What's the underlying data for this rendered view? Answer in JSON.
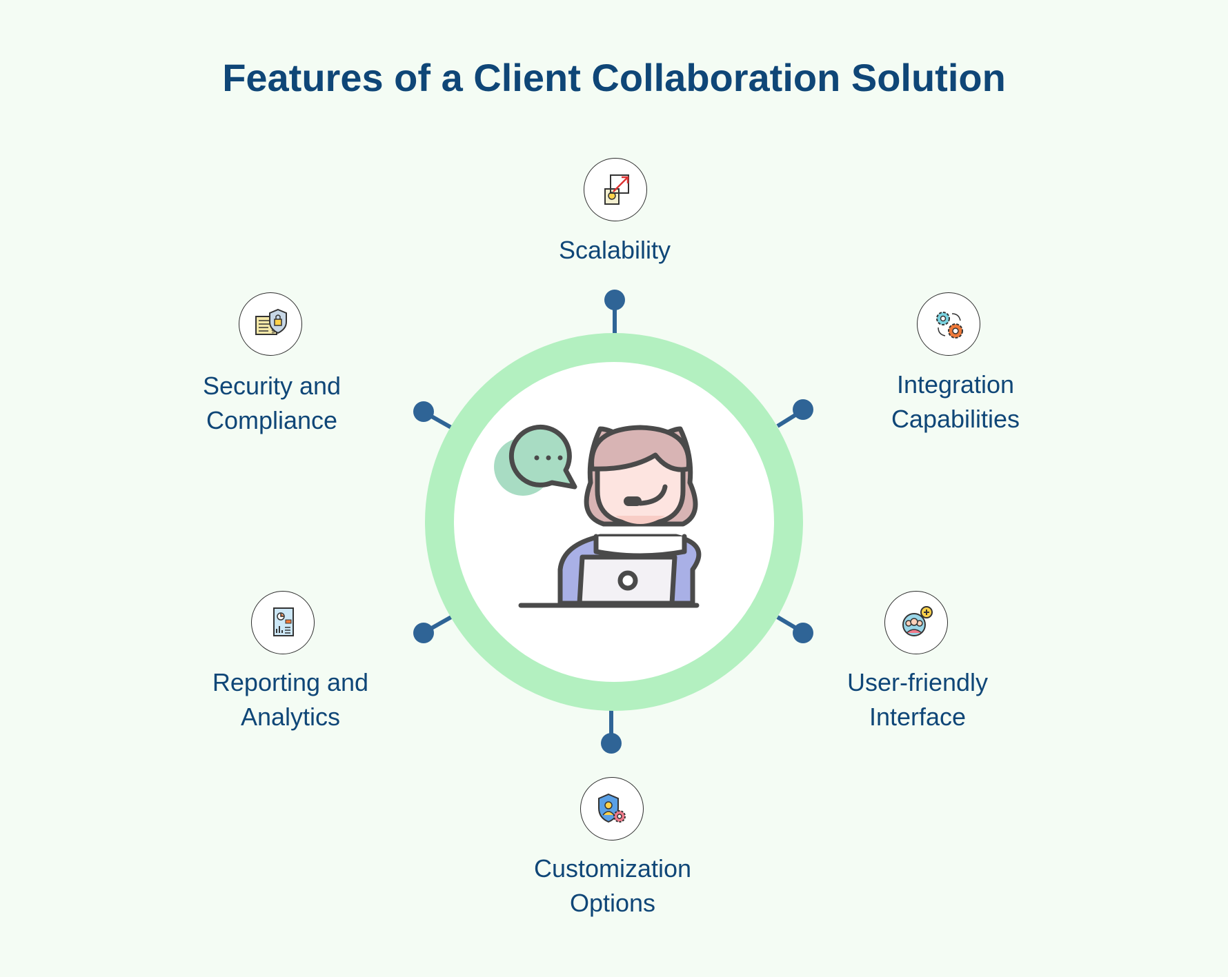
{
  "title": "Features of a Client Collaboration Solution",
  "colors": {
    "title": "#0f4677",
    "ring": "#b3f0c0",
    "connector": "#2f6496",
    "background": "#f4fcf4"
  },
  "center": {
    "icon": "support-agent-with-laptop-icon"
  },
  "features": [
    {
      "label_1": "Scalability",
      "label_2": "",
      "icon": "scalability-growth-icon"
    },
    {
      "label_1": "Integration",
      "label_2": "Capabilities",
      "icon": "gears-integration-icon"
    },
    {
      "label_1": "User-friendly",
      "label_2": "Interface",
      "icon": "users-add-icon"
    },
    {
      "label_1": "Customization",
      "label_2": "Options",
      "icon": "shield-user-gear-icon"
    },
    {
      "label_1": "Reporting and",
      "label_2": "Analytics",
      "icon": "report-chart-icon"
    },
    {
      "label_1": "Security and",
      "label_2": "Compliance",
      "icon": "document-shield-lock-icon"
    }
  ]
}
